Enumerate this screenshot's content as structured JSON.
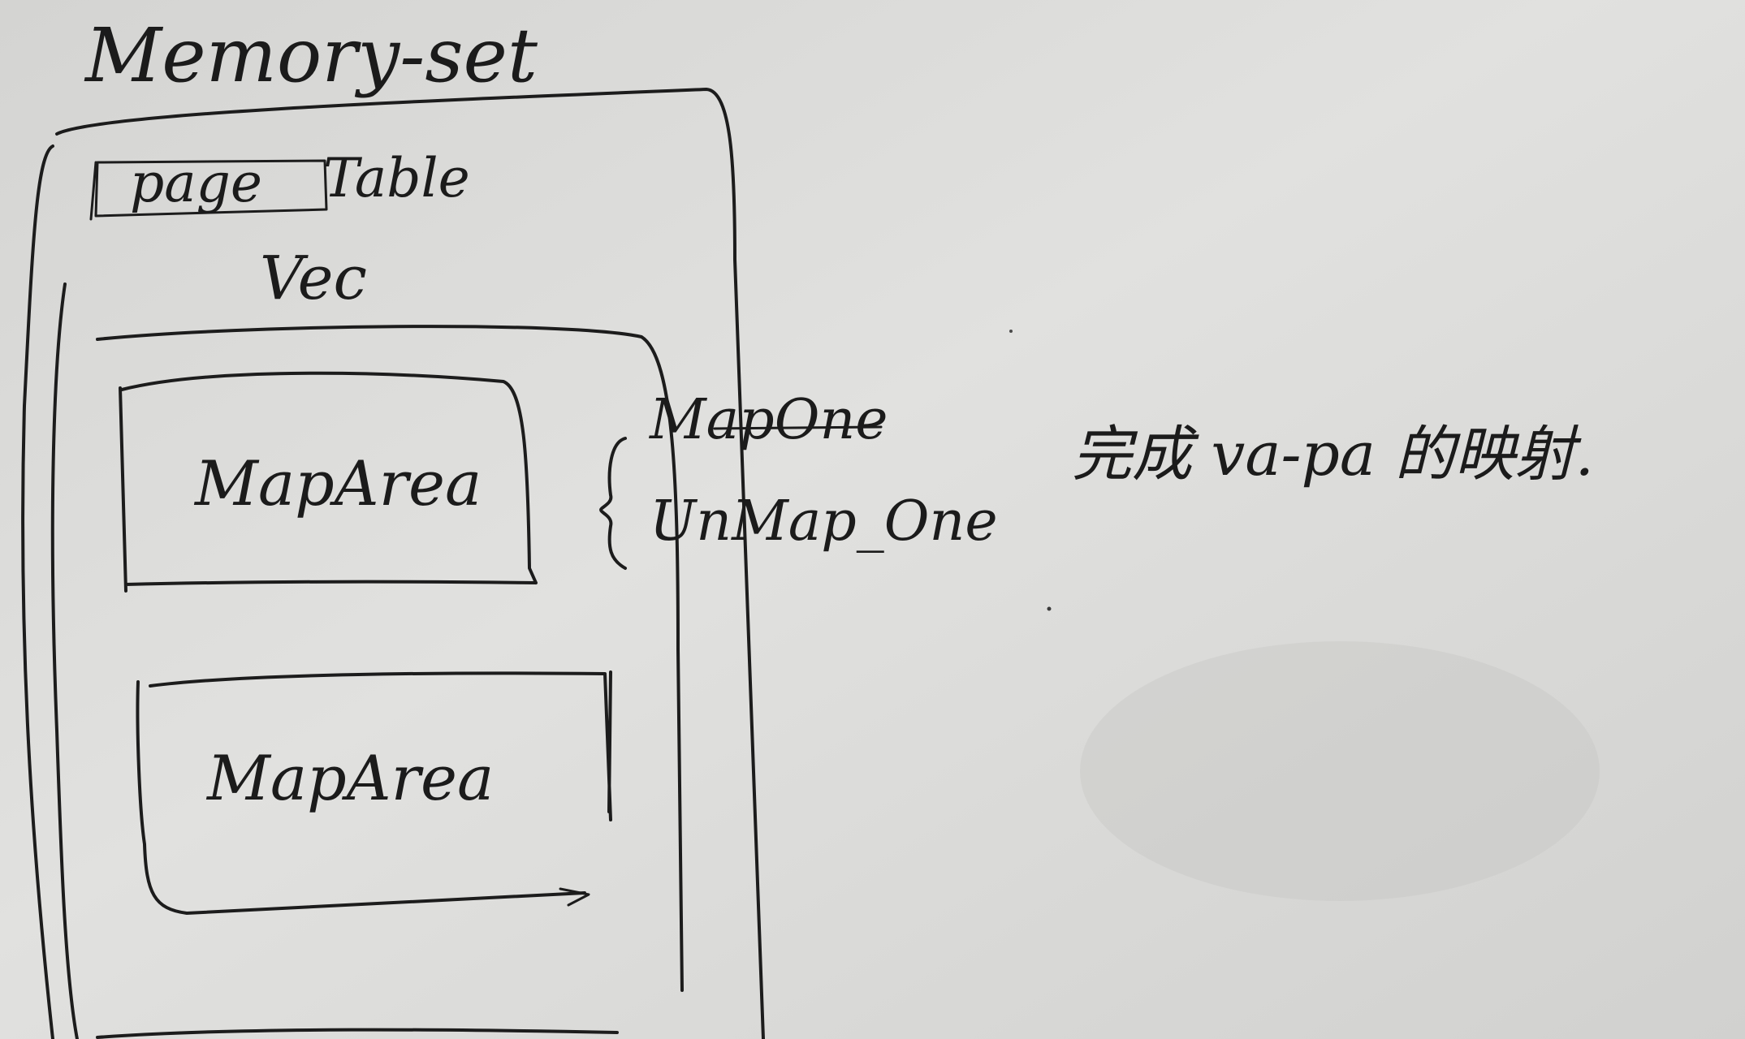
{
  "diagram": {
    "title": "Memory-set",
    "page_table_label_boxed": "page",
    "page_table_label_rest": "Table",
    "vec_label": "Vec",
    "map_area_top_label": "MapArea",
    "map_area_bottom_label": "MapArea",
    "method_map_one": "MapOne",
    "method_unmap_one": "UnMap_One",
    "annotation": "完成 va-pa 的映射.",
    "colors": {
      "paper": "#d9d9d7",
      "ink": "#1c1c1c"
    }
  }
}
